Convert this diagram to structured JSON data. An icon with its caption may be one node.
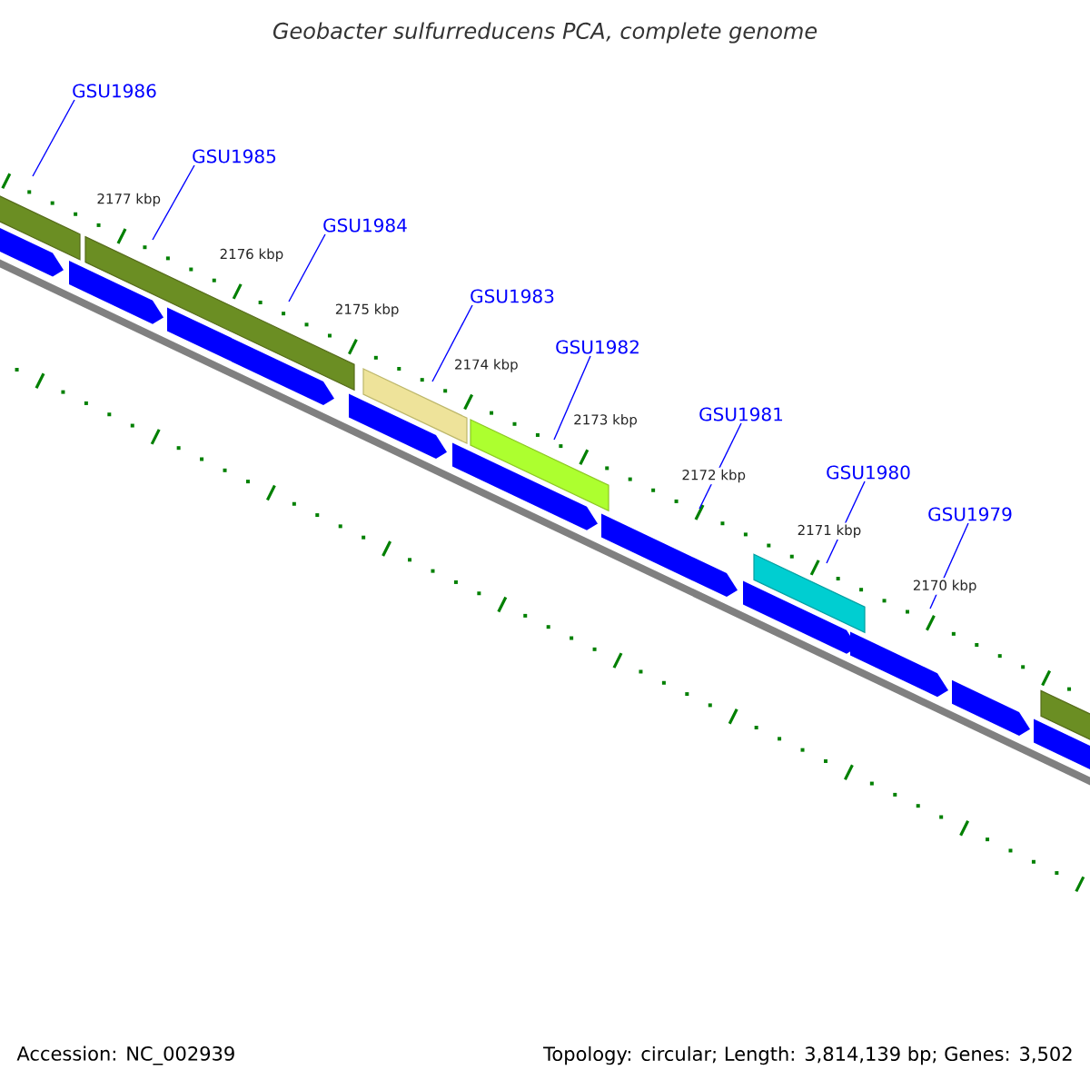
{
  "diagram": {
    "title": "Geobacter sulfurreducens PCA, complete genome",
    "nodes": [
      {
        "text": [
          "GSU1986"
        ]
      },
      {
        "text": [
          "GSU1985"
        ]
      },
      {
        "text": [
          "GSU1984"
        ]
      },
      {
        "text": [
          "GSU1983"
        ]
      },
      {
        "text": [
          "GSU1982"
        ]
      },
      {
        "text": [
          "GSU1981"
        ]
      },
      {
        "text": [
          "GSU1980"
        ]
      },
      {
        "text": [
          "GSU1979"
        ]
      }
    ],
    "edges": [
      {
        "from": 0,
        "to": null,
        "arrow": "none"
      },
      {
        "from": 1,
        "to": null,
        "arrow": "none"
      },
      {
        "from": 2,
        "to": null,
        "arrow": "none"
      },
      {
        "from": 3,
        "to": null,
        "arrow": "none"
      },
      {
        "from": 4,
        "to": null,
        "arrow": "none"
      },
      {
        "from": 5,
        "to": null,
        "arrow": "none"
      },
      {
        "from": 6,
        "to": null,
        "arrow": "none"
      },
      {
        "from": 7,
        "to": null,
        "arrow": "none"
      }
    ],
    "labels": [
      "2177 kbp",
      "2176 kbp",
      "2175 kbp",
      "2174 kbp",
      "2173 kbp",
      "2172 kbp",
      "2171 kbp",
      "2170 kbp",
      "Accession: NC_002939",
      "Topology: circular; Length: 3,814,139 bp; Genes: 3,502"
    ]
  }
}
